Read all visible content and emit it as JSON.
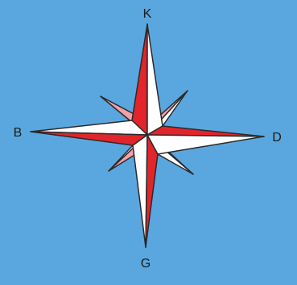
{
  "diagram": {
    "directions": {
      "north": "K",
      "south": "G",
      "west": "B",
      "east": "D"
    }
  },
  "colors": {
    "background": "#5aa7df",
    "red": "#e2242b",
    "white": "#ffffff",
    "pink": "#f4a0a8",
    "outline": "#2a2a2a"
  }
}
